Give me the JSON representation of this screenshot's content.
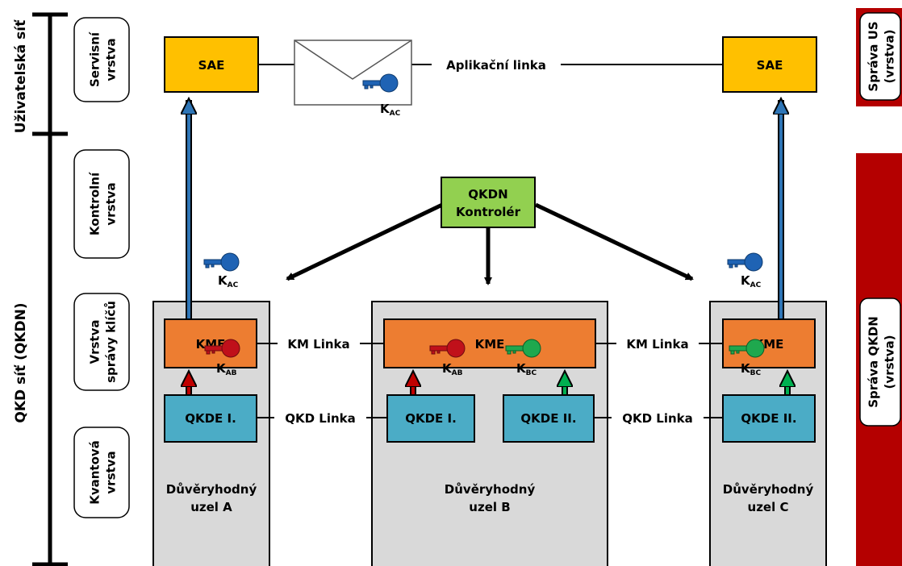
{
  "colors": {
    "sae": "#FFC000",
    "kme": "#ED7D31",
    "qkde": "#4BACC6",
    "controller": "#92D050",
    "node_bg": "#D9D9D9",
    "mgmt_bar": "#B40000",
    "key_blue": "#1F63B4",
    "key_red": "#C0101A",
    "key_green": "#1FA84E",
    "arrow_blue": "#2E75B6",
    "arrow_red": "#C00000",
    "arrow_green": "#00B050"
  },
  "sections": {
    "user_network": "Uživatelská síť",
    "qkd_network": "QKD síť (QKDN)"
  },
  "layers": {
    "service": [
      "Servisní",
      "vrstva"
    ],
    "control": [
      "Kontrolní",
      "vrstva"
    ],
    "key_management": [
      "Vrstva",
      "správy klíčů"
    ],
    "quantum": [
      "Kvantová",
      "vrstva"
    ]
  },
  "management": {
    "us": [
      "Správa US",
      "(vrstva)"
    ],
    "qkdn": [
      "Správa QKDN",
      "(vrstva)"
    ]
  },
  "sae": {
    "left": "SAE",
    "right": "SAE"
  },
  "application_link": "Aplikační linka",
  "controller": [
    "QKDN",
    "Kontrolér"
  ],
  "kme": {
    "a": "KME",
    "b": "KME",
    "c": "KME"
  },
  "km_link": {
    "ab": "KM Linka",
    "bc": "KM Linka"
  },
  "qkde": {
    "a": "QKDE I.",
    "b1": "QKDE I.",
    "b2": "QKDE II.",
    "c": "QKDE II."
  },
  "qkd_link": {
    "ab": "QKD Linka",
    "bc": "QKD Linka"
  },
  "nodes": {
    "a": [
      "Důvěryhodný",
      "uzel A"
    ],
    "b": [
      "Důvěryhodný",
      "uzel B"
    ],
    "c": [
      "Důvěryhodný",
      "uzel C"
    ]
  },
  "keys": {
    "envelope": {
      "main": "K",
      "sub": "AC",
      "icon": "key-icon"
    },
    "left_ac": {
      "main": "K",
      "sub": "AC",
      "icon": "key-icon"
    },
    "right_ac": {
      "main": "K",
      "sub": "AC",
      "icon": "key-icon"
    },
    "a_ab": {
      "main": "K",
      "sub": "AB",
      "icon": "key-icon"
    },
    "b_ab": {
      "main": "K",
      "sub": "AB",
      "icon": "key-icon"
    },
    "b_bc": {
      "main": "K",
      "sub": "BC",
      "icon": "key-icon"
    },
    "c_bc": {
      "main": "K",
      "sub": "BC",
      "icon": "key-icon"
    }
  }
}
